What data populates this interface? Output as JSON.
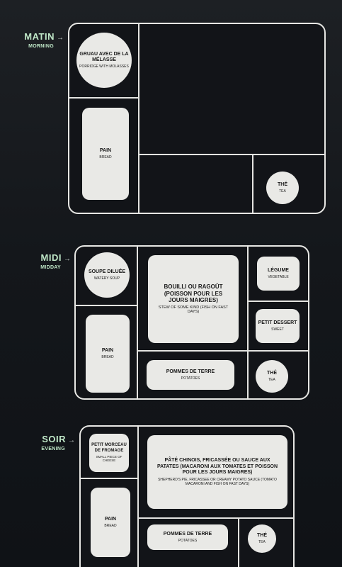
{
  "meals": {
    "morning": {
      "fr": "MATIN",
      "en": "MORNING",
      "arrow": "→",
      "items": {
        "porridge": {
          "fr": "GRUAU AVEC DE LA MÉLASSE",
          "en": "PORRIDGE WITH MOLASSES"
        },
        "bread": {
          "fr": "PAIN",
          "en": "BREAD"
        },
        "tea": {
          "fr": "THÉ",
          "en": "TEA"
        }
      }
    },
    "midday": {
      "fr": "MIDI",
      "en": "MIDDAY",
      "arrow": "→",
      "items": {
        "soup": {
          "fr": "SOUPE DILUÉE",
          "en": "WATERY SOUP"
        },
        "stew": {
          "fr": "BOUILLI OU RAGOÛT (POISSON POUR LES JOURS MAIGRES)",
          "en": "STEW OF SOME KIND (FISH ON FAST DAYS)"
        },
        "vegetable": {
          "fr": "LÉGUME",
          "en": "VEGETABLE"
        },
        "dessert": {
          "fr": "PETIT DESSERT",
          "en": "SWEET"
        },
        "bread": {
          "fr": "PAIN",
          "en": "BREAD"
        },
        "potatoes": {
          "fr": "POMMES DE TERRE",
          "en": "POTATOES"
        },
        "tea": {
          "fr": "THÉ",
          "en": "TEA"
        }
      }
    },
    "evening": {
      "fr": "SOIR",
      "en": "EVENING",
      "arrow": "→",
      "items": {
        "cheese": {
          "fr": "PETIT MORCEAU DE FROMAGE",
          "en": "SMALL PIECE OF CHEESE"
        },
        "pie": {
          "fr": "PÂTÉ CHINOIS, FRICASSÉE OU SAUCE AUX PATATES (MACARONI AUX TOMATES ET POISSON POUR LES JOURS MAIGRES)",
          "en": "SHEPHERD'S PIE, FRICASSEE OR CREAMY POTATO SAUCE (TOMATO MACARONI AND FISH ON FAST DAYS)"
        },
        "bread": {
          "fr": "PAIN",
          "en": "BREAD"
        },
        "potatoes": {
          "fr": "POMMES DE TERRE",
          "en": "POTATOES"
        },
        "tea": {
          "fr": "THÉ",
          "en": "TEA"
        }
      }
    }
  }
}
